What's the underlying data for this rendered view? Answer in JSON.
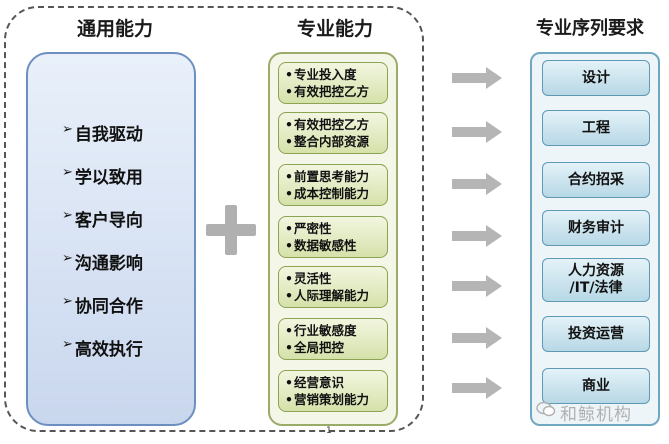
{
  "headings": {
    "general": "通用能力",
    "professional": "专业能力",
    "sequence": "专业序列要求"
  },
  "general_abilities": [
    "自我驱动",
    "学以致用",
    "客户导向",
    "沟通影响",
    "协同合作",
    "高效执行"
  ],
  "general_marker": "➢",
  "professional_abilities": [
    {
      "lines": [
        "专业投入度",
        "有效把控乙方"
      ]
    },
    {
      "lines": [
        "有效把控乙方",
        "整合内部资源"
      ]
    },
    {
      "lines": [
        "前置思考能力",
        "成本控制能力"
      ]
    },
    {
      "lines": [
        "严密性",
        "数据敏感性"
      ]
    },
    {
      "lines": [
        "灵活性",
        "人际理解能力"
      ]
    },
    {
      "lines": [
        "行业敏感度",
        "全局把控"
      ]
    },
    {
      "lines": [
        "经营意识",
        "营销策划能力"
      ]
    }
  ],
  "sequence_requirements": [
    {
      "lines": [
        "设计"
      ]
    },
    {
      "lines": [
        "工程"
      ]
    },
    {
      "lines": [
        "合约招采"
      ]
    },
    {
      "lines": [
        "财务审计"
      ]
    },
    {
      "lines": [
        "人力资源",
        "/IT/法律"
      ]
    },
    {
      "lines": [
        "投资运营"
      ]
    },
    {
      "lines": [
        "商业"
      ]
    }
  ],
  "page_number": "1",
  "watermark": "和鲸机构",
  "colors": {
    "general_border": "#6d8fbf",
    "professional_border": "#8ca351",
    "sequence_border": "#5e99b5",
    "arrow": "#b5b5b5",
    "plus": "#b0b0b0"
  }
}
